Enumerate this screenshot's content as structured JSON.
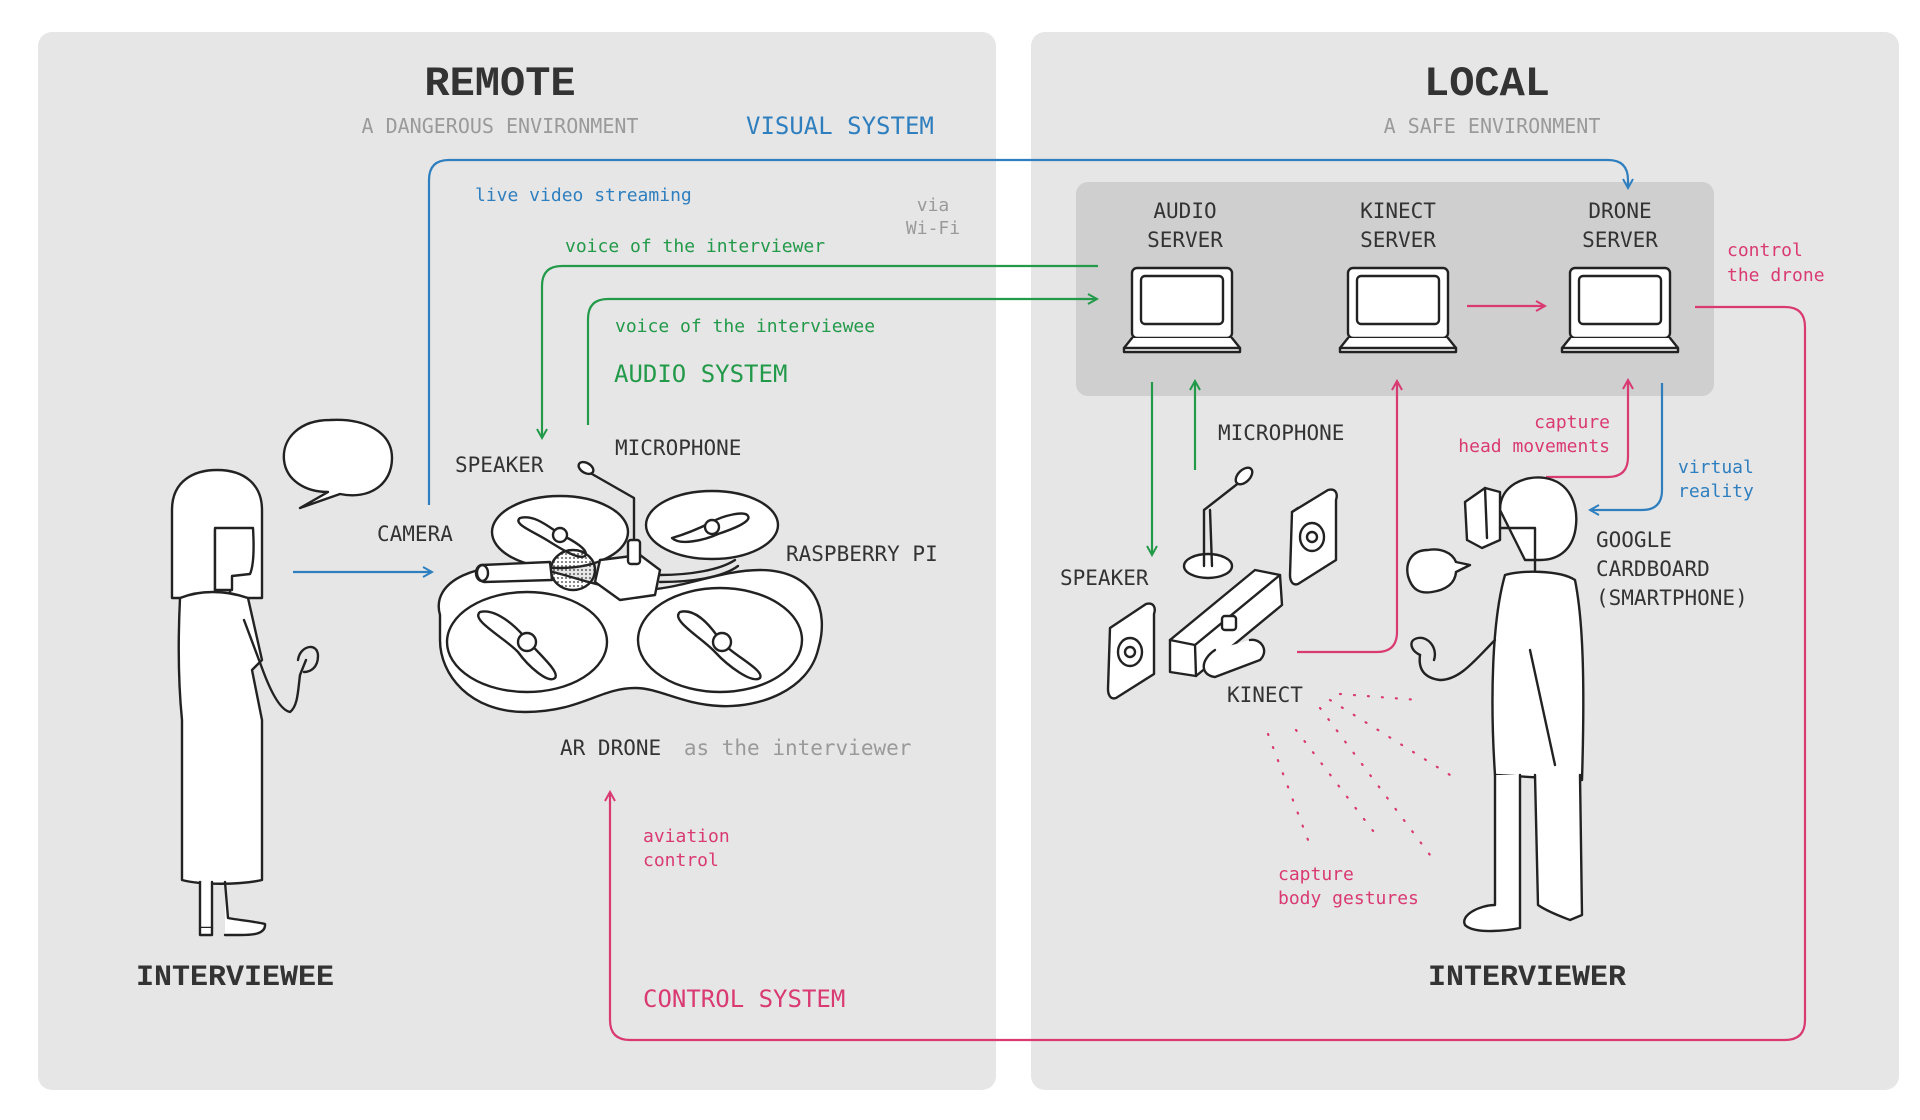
{
  "remote": {
    "title": "REMOTE",
    "subtitle": "A DANGEROUS ENVIRONMENT"
  },
  "local": {
    "title": "LOCAL",
    "subtitle": "A SAFE ENVIRONMENT"
  },
  "systems": {
    "visual": "VISUAL SYSTEM",
    "audio": "AUDIO SYSTEM",
    "control": "CONTROL SYSTEM"
  },
  "flows": {
    "live_video": "live video streaming",
    "via": "via",
    "wifi": "Wi-Fi",
    "voice_interviewer": "voice of the interviewer",
    "voice_interviewee": "voice of the interviewee",
    "control_drone_1": "control",
    "control_drone_2": "the drone",
    "capture_head_1": "capture",
    "capture_head_2": "head movements",
    "virtual_1": "virtual",
    "virtual_2": "reality",
    "aviation_1": "aviation",
    "aviation_2": "control",
    "body_1": "capture",
    "body_2": "body gestures"
  },
  "servers": {
    "audio_1": "AUDIO",
    "audio_2": "SERVER",
    "kinect_1": "KINECT",
    "kinect_2": "SERVER",
    "drone_1": "DRONE",
    "drone_2": "SERVER"
  },
  "remote_labels": {
    "speaker": "SPEAKER",
    "microphone": "MICROPHONE",
    "camera": "CAMERA",
    "raspberry": "RASPBERRY PI",
    "ar_drone": "AR DRONE",
    "as_interviewer": "as the interviewer",
    "interviewee": "INTERVIEWEE"
  },
  "local_labels": {
    "microphone": "MICROPHONE",
    "speaker": "SPEAKER",
    "kinect": "KINECT",
    "google_1": "GOOGLE",
    "google_2": "CARDBOARD",
    "google_3": "(SMARTPHONE)",
    "interviewer": "INTERVIEWER"
  },
  "colors": {
    "visual": "#2f7fbf",
    "audio": "#23994a",
    "control": "#d93a72",
    "panel": "#e6e6e6",
    "server_box": "#cfcfcf"
  }
}
